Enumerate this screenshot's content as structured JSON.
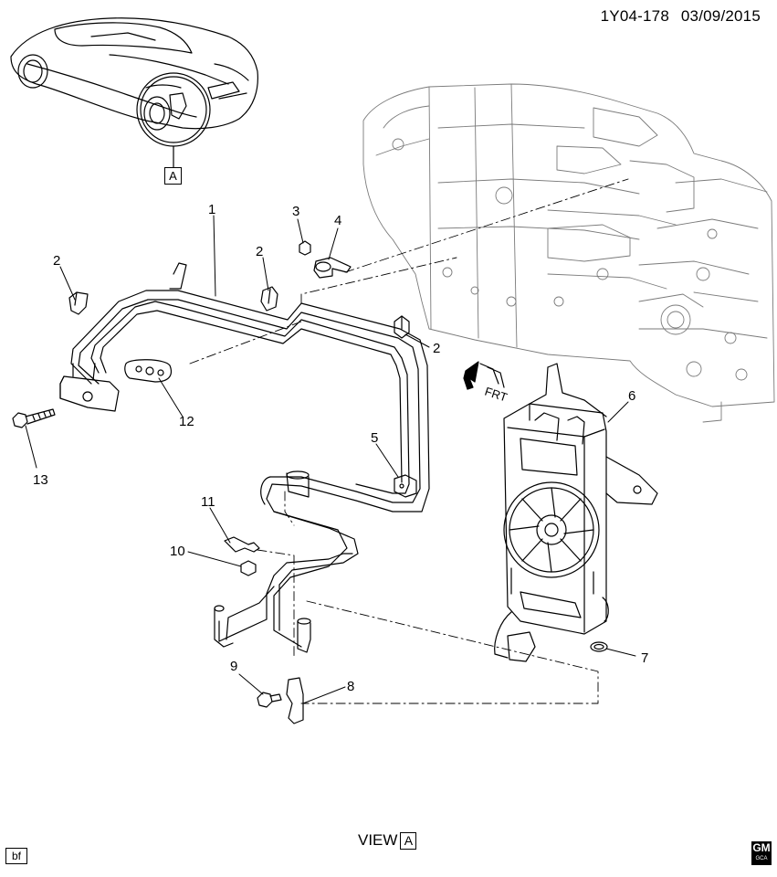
{
  "header": {
    "code": "1Y04-178",
    "date": "03/09/2015"
  },
  "inset": {
    "label": "A"
  },
  "view": {
    "text": "VIEW",
    "label": "A"
  },
  "footer": {
    "bf": "bf",
    "gm_text": "GM",
    "gm_sub": "GCA"
  },
  "fwd": {
    "label": "FRT"
  },
  "callouts": [
    {
      "id": "1",
      "text": "1"
    },
    {
      "id": "2a",
      "text": "2"
    },
    {
      "id": "2b",
      "text": "2"
    },
    {
      "id": "2c",
      "text": "2"
    },
    {
      "id": "3",
      "text": "3"
    },
    {
      "id": "4",
      "text": "4"
    },
    {
      "id": "5",
      "text": "5"
    },
    {
      "id": "6",
      "text": "6"
    },
    {
      "id": "7",
      "text": "7"
    },
    {
      "id": "8",
      "text": "8"
    },
    {
      "id": "9",
      "text": "9"
    },
    {
      "id": "10",
      "text": "10"
    },
    {
      "id": "11",
      "text": "11"
    },
    {
      "id": "12",
      "text": "12"
    },
    {
      "id": "13",
      "text": "13"
    }
  ]
}
